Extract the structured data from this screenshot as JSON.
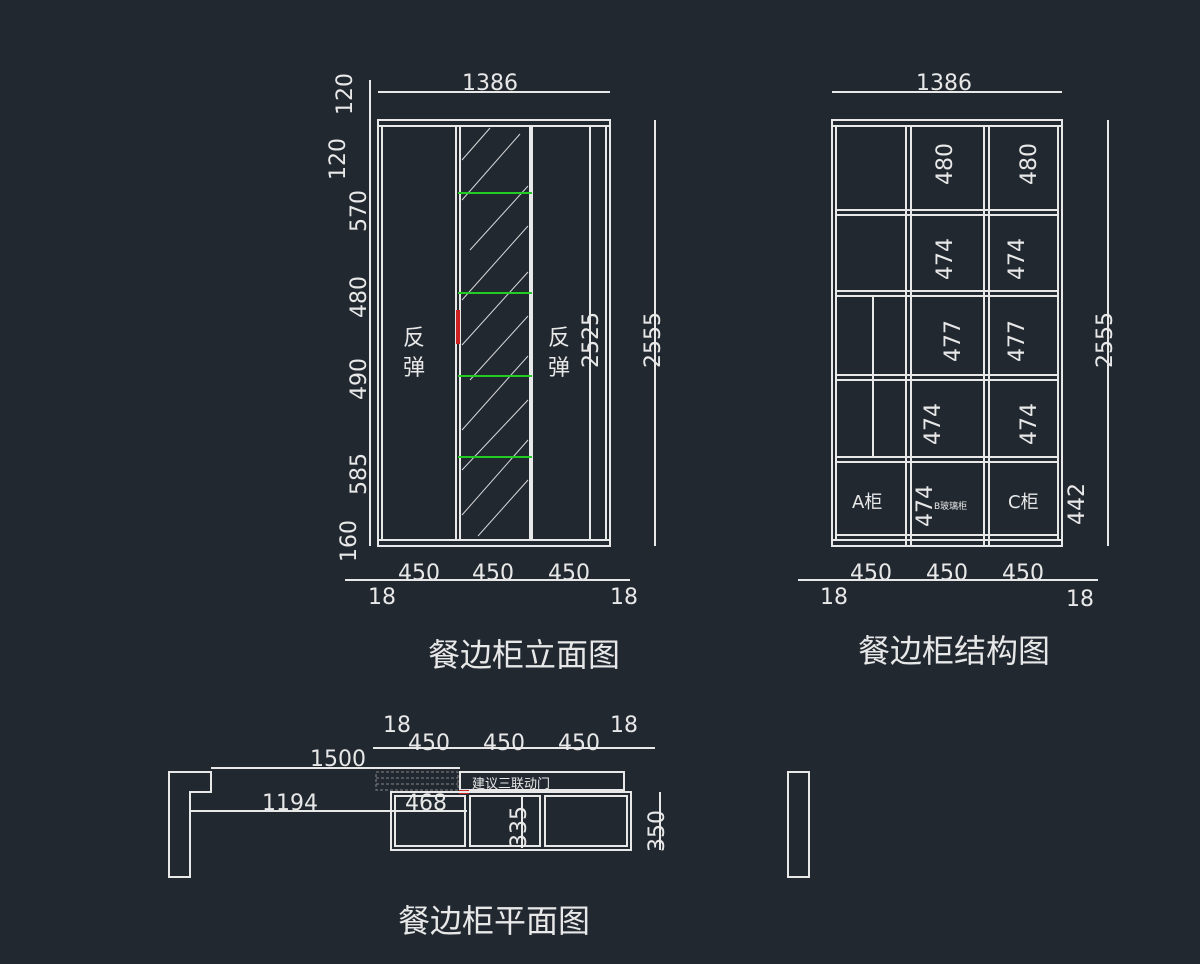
{
  "elevation": {
    "title": "餐边柜立面图",
    "width_total": "1386",
    "height_left_dims": [
      "120",
      "120",
      "570",
      "480",
      "490",
      "585",
      "160"
    ],
    "inner_height": "2525",
    "total_height": "2555",
    "bottom_dims": [
      "450",
      "450",
      "450"
    ],
    "side_dims": [
      "18",
      "18"
    ],
    "left_door_label": [
      "反",
      "弹"
    ],
    "right_door_label": [
      "反",
      "弹"
    ],
    "colors": {
      "shelf": "#22cc22",
      "handle": "#cc2222"
    }
  },
  "structure": {
    "title": "餐边柜结构图",
    "width_total": "1386",
    "total_height": "2555",
    "mid_col_dims": [
      "480",
      "474",
      "477",
      "474",
      "474"
    ],
    "right_col_dims": [
      "480",
      "474",
      "477",
      "474"
    ],
    "bottom_right_dim": "442",
    "cabinet_labels": [
      "A柜",
      "B玻璃柜",
      "C柜"
    ],
    "bottom_dims": [
      "450",
      "450",
      "450"
    ],
    "side_dims": [
      "18",
      "18"
    ]
  },
  "plan": {
    "title": "餐边柜平面图",
    "top_dims": [
      "18",
      "450",
      "450",
      "450",
      "18"
    ],
    "dim_1500": "1500",
    "dim_1194": "1194",
    "dim_468": "468",
    "dim_335": "335",
    "dim_350": "350",
    "note": "建议三联动门"
  }
}
